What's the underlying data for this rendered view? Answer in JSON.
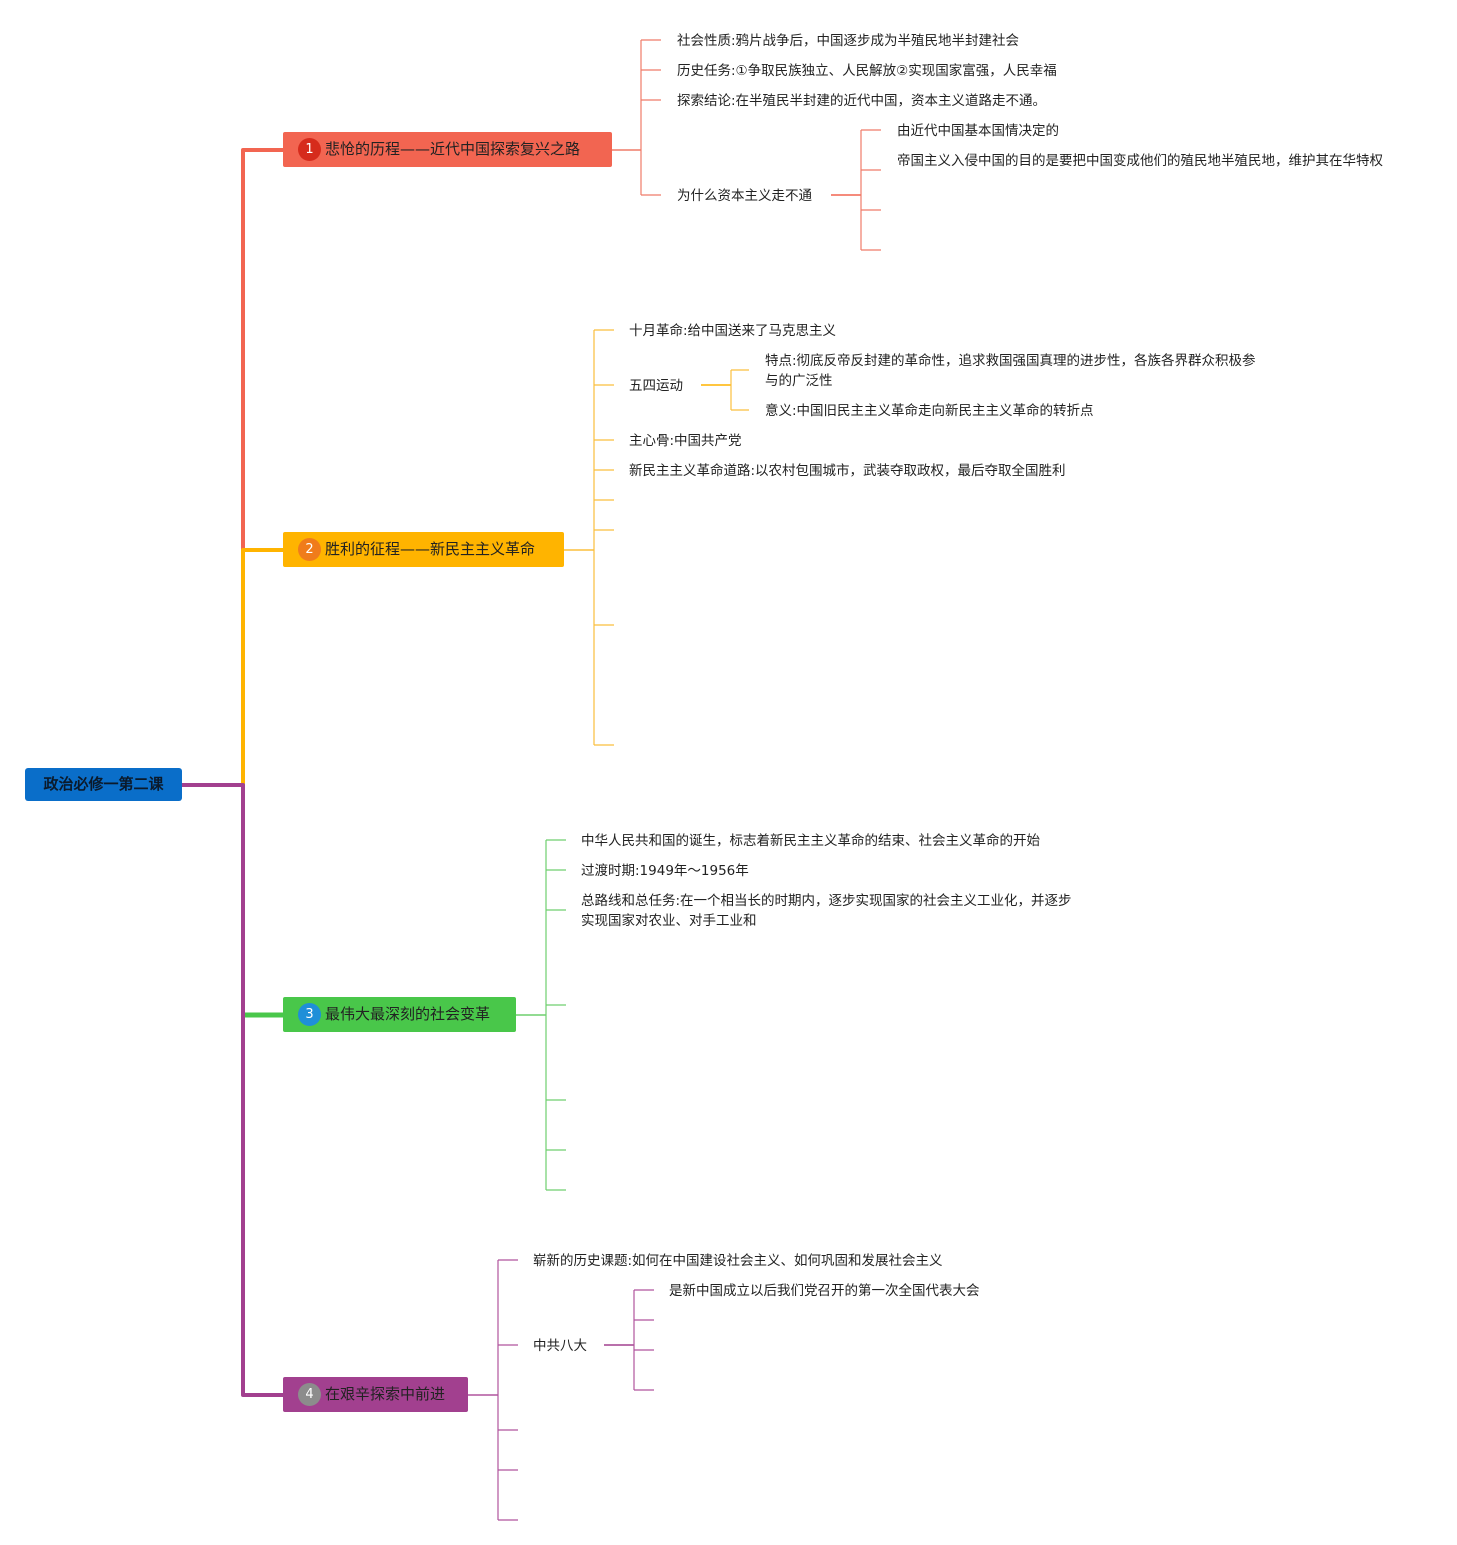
{
  "root": {
    "label": "政治必修一第二课"
  },
  "colors": {
    "root": "#0a6ec9",
    "branch1": "#f26551",
    "branch2": "#ffb400",
    "branch3": "#49c74a",
    "branch4": "#a2408f",
    "branch1_line": "#ef7b69",
    "branch2_line": "#fbbf3d",
    "branch3_line": "#6fcf6f",
    "branch4_line": "#b0559d"
  },
  "branches": [
    {
      "num": "1",
      "label": "悲怆的历程——近代中国探索复兴之路",
      "children": {
        "c1": "社会性质:鸦片战争后，中国逐步成为半殖民地半封建社会",
        "c2": "历史任务:①争取民族独立、人民解放②实现国家富强，人民幸福",
        "c3": "探索结论:在半殖民半封建的近代中国，资本主义道路走不通。",
        "c4": "为什么资本主义走不通",
        "c4_1": "由近代中国基本国情决定的",
        "c4_2": "帝国主义入侵中国的目的是要把中国变成他们的殖民地半殖民地，维护其在华特权"
      }
    },
    {
      "num": "2",
      "label": "胜利的征程——新民主主义革命",
      "children": {
        "c1": "十月革命:给中国送来了马克思主义",
        "c2": "五四运动",
        "c2_1": "特点:彻底反帝反封建的革命性，追求救国强国真理的进步性，各族各界群众积极参与的广泛性",
        "c2_2": "意义:中国旧民主主义革命走向新民主主义革命的转折点",
        "c3": "主心骨:中国共产党",
        "c4": "新民主主义革命道路:以农村包围城市，武装夺取政权，最后夺取全国胜利"
      }
    },
    {
      "num": "3",
      "label": "最伟大最深刻的社会变革",
      "children": {
        "c1": "中华人民共和国的诞生，标志着新民主主义革命的结束、社会主义革命的开始",
        "c2": "过渡时期:1949年～1956年",
        "c3": "总路线和总任务:在一个相当长的时期内，逐步实现国家的社会主义工业化，并逐步实现国家对农业、对手工业和"
      }
    },
    {
      "num": "4",
      "label": "在艰辛探索中前进",
      "children": {
        "c1": "崭新的历史课题:如何在中国建设社会主义、如何巩固和发展社会主义",
        "c2": "中共八大",
        "c2_1": "是新中国成立以后我们党召开的第一次全国代表大会"
      }
    }
  ]
}
